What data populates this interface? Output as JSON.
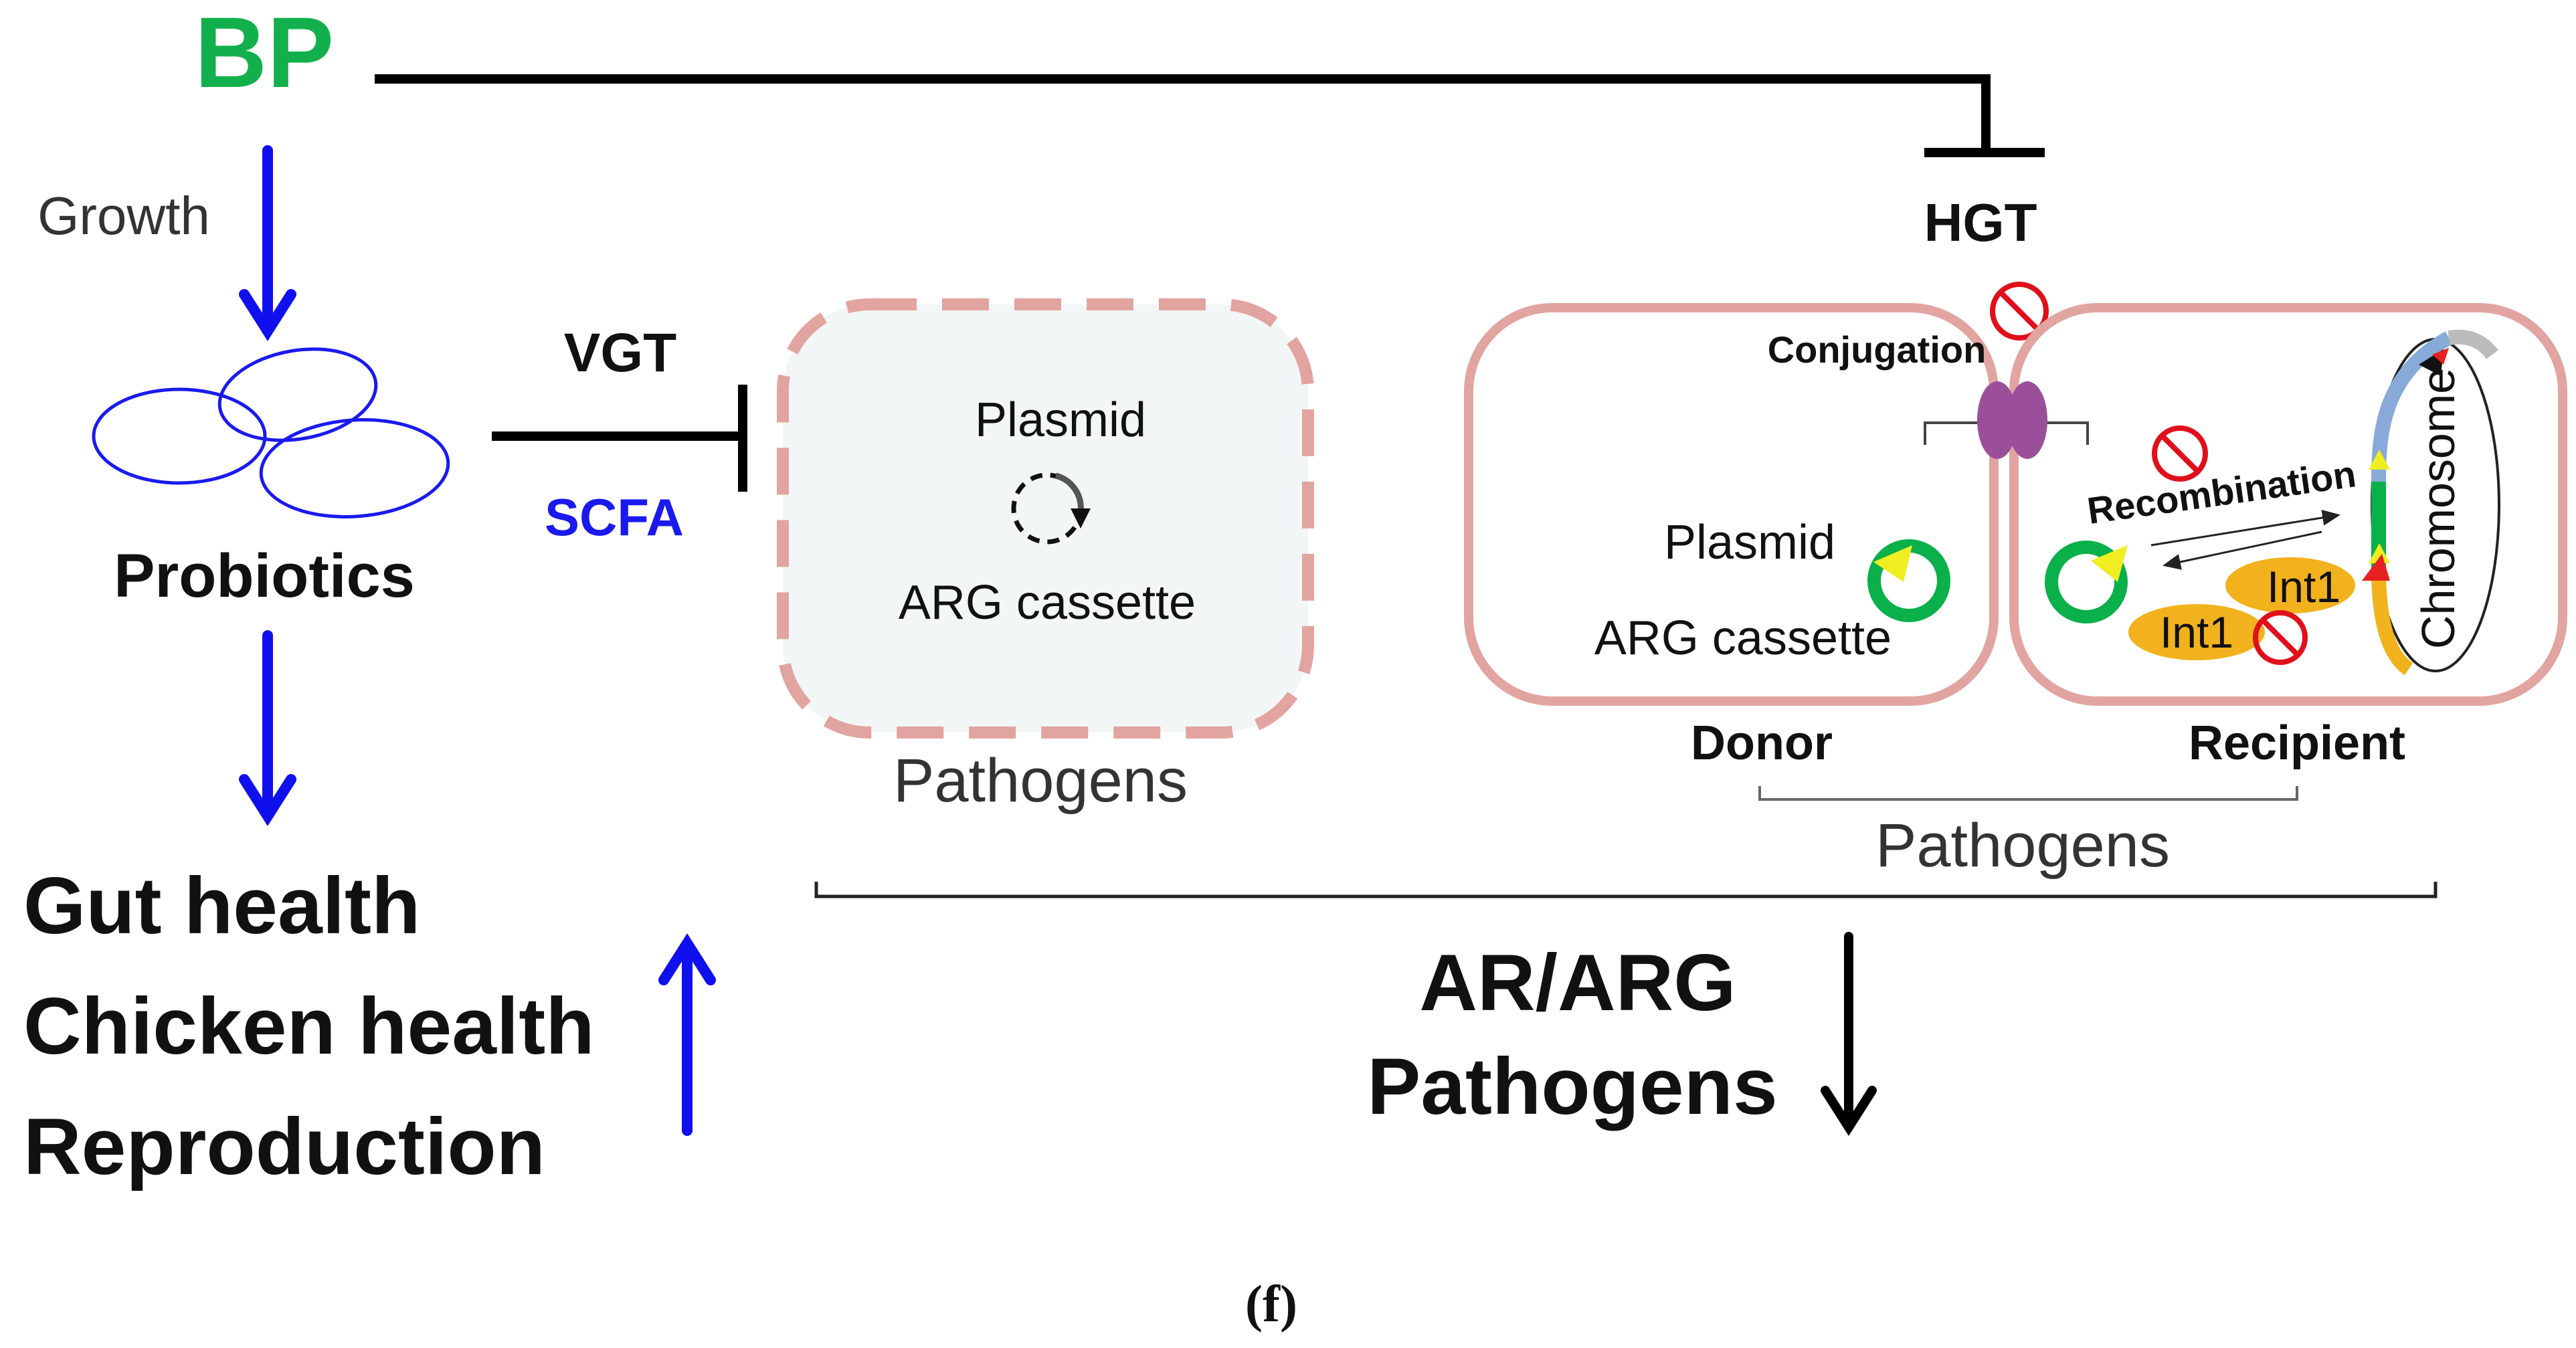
{
  "labels": {
    "bp": "BP",
    "growth": "Growth",
    "probiotics": "Probiotics",
    "vgt": "VGT",
    "scfa": "SCFA",
    "plasmid_left": "Plasmid",
    "arg_cassette_left": "ARG cassette",
    "pathogens_left": "Pathogens",
    "hgt": "HGT",
    "conjugation": "Conjugation",
    "plasmid_right": "Plasmid",
    "arg_cassette_right": "ARG cassette",
    "recombination": "Recombination",
    "int1_a": "Int1",
    "int1_b": "Int1",
    "chromosome": "Chromosome",
    "donor": "Donor",
    "recipient": "Recipient",
    "pathogens_right": "Pathogens",
    "outcomes": [
      "Gut health",
      "Chicken health",
      "Reproduction"
    ],
    "ar_arg": "AR/ARG",
    "pathogens_bottom": "Pathogens",
    "panel": "(f)"
  },
  "colors": {
    "bp_green": "#12b04c",
    "arrow_blue": "#1010ee",
    "cell_outline": "#e2a4a0",
    "cell_fill_light": "#f2f6f7",
    "plasmid_green": "#0ab04a",
    "integrase_orange": "#f2b21d",
    "pilus_purple": "#9b4f9b",
    "prohibit_red": "#e0101a",
    "chromosome_blue": "#88aad8",
    "chromosome_gray": "#bbbbbb",
    "marker_yellow": "#f0ee20",
    "marker_red": "#e82020"
  }
}
